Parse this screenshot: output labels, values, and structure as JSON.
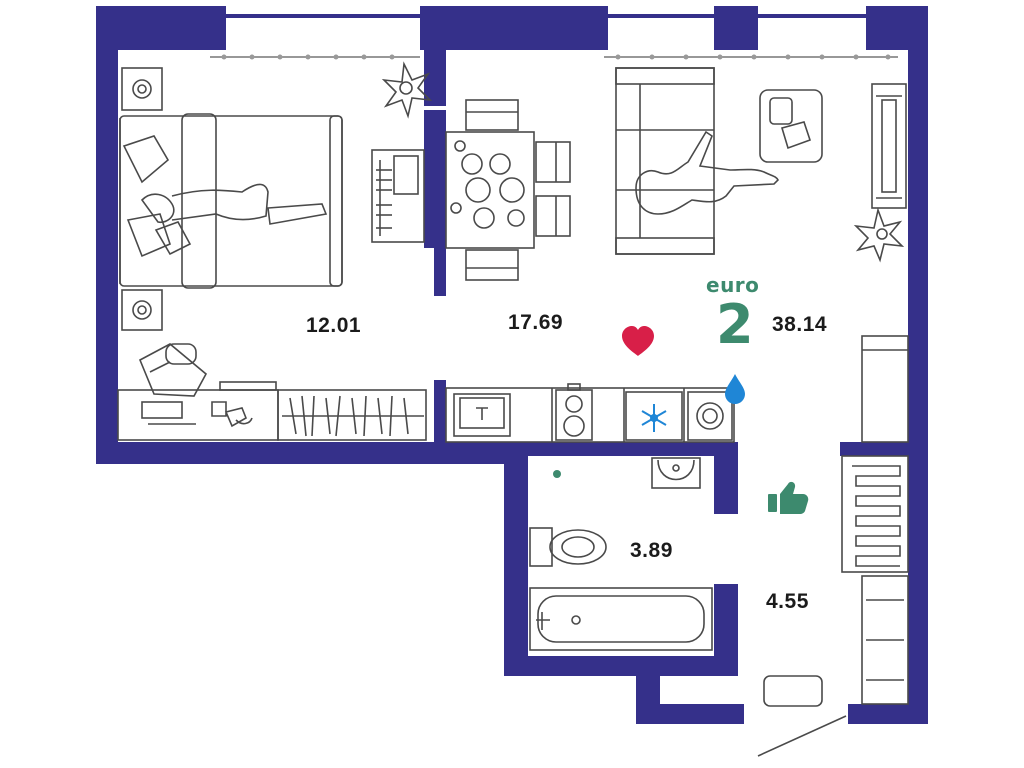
{
  "badge": {
    "type": "euro",
    "rooms": "2"
  },
  "areas": {
    "bedroom": "12.01",
    "kitchen": "17.69",
    "total": "38.14",
    "bathroom": "3.89",
    "hallway": "4.55"
  },
  "colors": {
    "wall": "#35308a",
    "accent_green": "#3d8a6e",
    "heart": "#d81f48",
    "drop": "#1f86d6",
    "line": "#4a4a4a"
  },
  "icons": [
    "heart-icon",
    "water-drop-icon",
    "thumbs-up-icon",
    "snowflake-icon"
  ]
}
